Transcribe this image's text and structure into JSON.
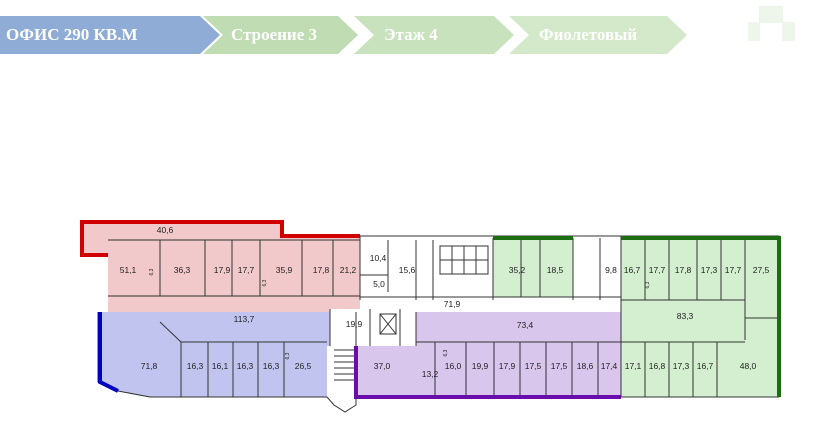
{
  "breadcrumb": {
    "office": "ОФИС  290 КВ.М",
    "building": "Строение 3",
    "floor": "Этаж 4",
    "zone": "Фиолетовый"
  },
  "colors": {
    "red_zone": "#f2c9ca",
    "blue_zone": "#c2c4f0",
    "violet_zone": "#d9c6ec",
    "green_zone": "#d3efcf",
    "red_wall": "#d10000",
    "blue_wall": "#0000c0",
    "violet_wall": "#6a0dad",
    "green_wall": "#1d6e12"
  },
  "rooms": {
    "r40_6": "40,6",
    "r51_1": "51,1",
    "r36_3": "36,3",
    "r17_9a": "17,9",
    "r17_7a": "17,7",
    "r35_9": "35,9",
    "r17_8a": "17,8",
    "r21_2": "21,2",
    "r10_4": "10,4",
    "r5_0": "5,0",
    "r15_6": "15,6",
    "r35_2": "35,2",
    "r18_5": "18,5",
    "r9_8": "9,8",
    "r16_7a": "16,7",
    "r17_7b": "17,7",
    "r17_8b": "17,8",
    "r17_3a": "17,3",
    "r17_7c": "17,7",
    "r27_5": "27,5",
    "r71_9": "71,9",
    "r113_7": "113,7",
    "r19_9a": "19,9",
    "r73_4": "73,4",
    "r83_3": "83,3",
    "r71_8": "71,8",
    "r16_3a": "16,3",
    "r16_1": "16,1",
    "r16_3b": "16,3",
    "r16_3c": "16,3",
    "r26_5": "26,5",
    "r37_0": "37,0",
    "r13_2": "13,2",
    "r16_0": "16,0",
    "r19_9b": "19,9",
    "r17_9b": "17,9",
    "r17_5a": "17,5",
    "r17_5b": "17,5",
    "r18_6": "18,6",
    "r17_4": "17,4",
    "r17_1": "17,1",
    "r16_8": "16,8",
    "r17_3b": "17,3",
    "r16_7b": "16,7",
    "r48_0": "48,0",
    "tiny_a": "6,3",
    "tiny_b": "6,3",
    "tiny_c": "6,3",
    "tiny_d": "6,3",
    "tiny_e": "6,3"
  }
}
